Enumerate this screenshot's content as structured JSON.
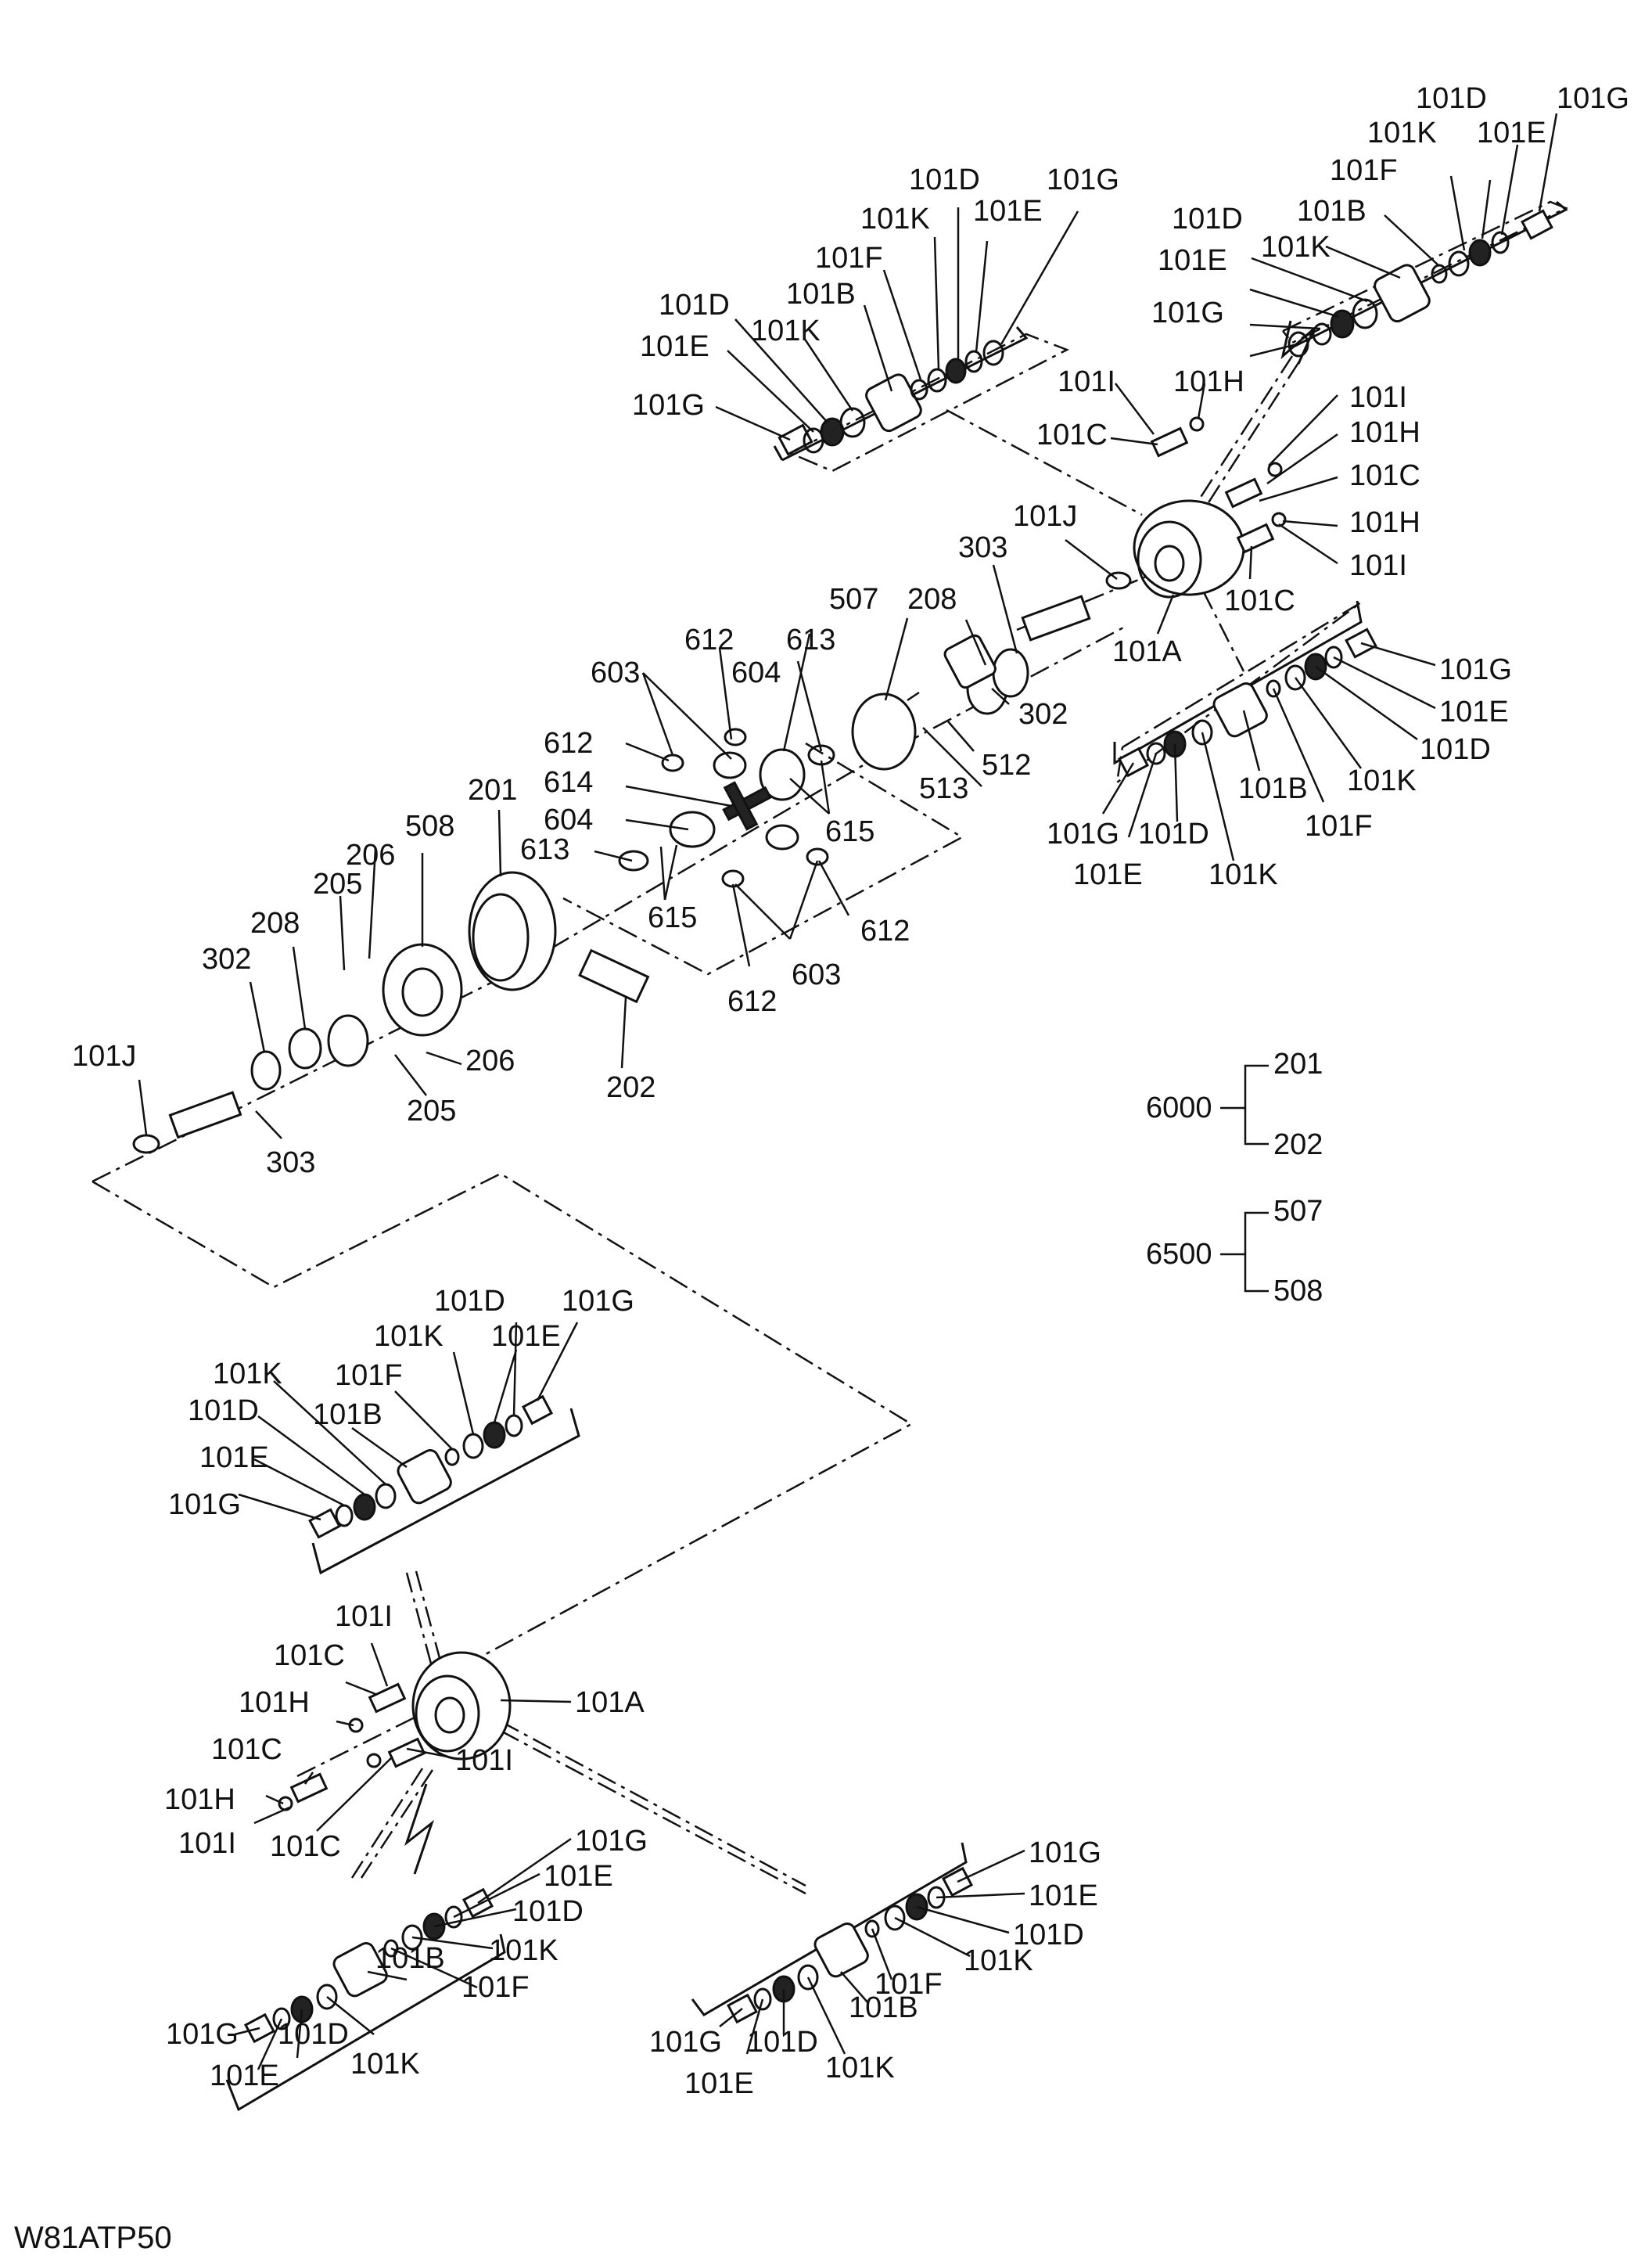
{
  "drawing_code": "W81ATP50",
  "callouts": {
    "tr_101D_a": "101D",
    "tr_101G_a": "101G",
    "tr_101K_a": "101K",
    "tr_101E_a": "101E",
    "tr_101F": "101F",
    "tr_101B": "101B",
    "tr_101D_b": "101D",
    "tr_101K_b": "101K",
    "tr_101E_b": "101E",
    "tr_101G_b": "101G",
    "tc_101D_a": "101D",
    "tc_101K_a": "101K",
    "tc_101G_a": "101G",
    "tc_101E_a": "101E",
    "tc_101F": "101F",
    "tc_101B": "101B",
    "tc_101D_b": "101D",
    "tc_101K_b": "101K",
    "tc_101E_b": "101E",
    "tc_101G_b": "101G",
    "u_101I_a": "101I",
    "u_101H_a": "101H",
    "u_101C_a": "101C",
    "u_101I_b": "101I",
    "u_101H_b": "101H",
    "u_101C_b": "101C",
    "u_101H_c": "101H",
    "u_101I_c": "101I",
    "u_101C_c": "101C",
    "u_101J": "101J",
    "u_101A": "101A",
    "ur_101G": "101G",
    "ur_101E": "101E",
    "ur_101D": "101D",
    "ur_101K": "101K",
    "ur_101B": "101B",
    "ur_101F": "101F",
    "ur_101G_b": "101G",
    "ur_101D_b": "101D",
    "ur_101E_b": "101E",
    "ur_101K_b": "101K",
    "m_303a": "303",
    "m_507": "507",
    "m_208a": "208",
    "m_302a": "302",
    "m_512": "512",
    "m_513": "513",
    "m_612a": "612",
    "m_613a": "613",
    "m_604a": "604",
    "m_603a": "603",
    "m_612b": "612",
    "m_614": "614",
    "m_604b": "604",
    "m_615a": "615",
    "m_613b": "613",
    "m_615b": "615",
    "m_612c": "612",
    "m_603b": "603",
    "m_612d": "612",
    "m_201": "201",
    "m_206a": "206",
    "m_508": "508",
    "m_205a": "205",
    "m_208b": "208",
    "m_302b": "302",
    "m_206b": "206",
    "m_205b": "205",
    "m_202": "202",
    "m_101J": "101J",
    "m_303b": "303",
    "l_101D_a": "101D",
    "l_101G_a": "101G",
    "l_101K_a": "101K",
    "l_101E_a": "101E",
    "l_101F": "101F",
    "l_101K_b": "101K",
    "l_101B": "101B",
    "l_101D_b": "101D",
    "l_101E_b": "101E",
    "l_101G_b": "101G",
    "lc_101I_a": "101I",
    "lc_101C_a": "101C",
    "lc_101A": "101A",
    "lc_101H_a": "101H",
    "lc_101C_b": "101C",
    "lc_101I_b": "101I",
    "lc_101H_b": "101H",
    "lc_101I_c": "101I",
    "lc_101C_c": "101C",
    "bl_101G": "101G",
    "bl_101E": "101E",
    "bl_101D": "101D",
    "bl_101K": "101K",
    "bl_101F": "101F",
    "bl_101B": "101B",
    "bl_101G_b": "101G",
    "bl_101E_b": "101E",
    "bl_101D_b": "101D",
    "bl_101K_b": "101K",
    "br_101G": "101G",
    "br_101E": "101E",
    "br_101D": "101D",
    "br_101K": "101K",
    "br_101F": "101F",
    "br_101B": "101B",
    "br_101G_b": "101G",
    "br_101E_b": "101E",
    "br_101D_b": "101D",
    "br_101K_b": "101K"
  },
  "assemblies": [
    {
      "code": "6000",
      "parts": [
        "201",
        "202"
      ]
    },
    {
      "code": "6500",
      "parts": [
        "507",
        "508"
      ]
    }
  ]
}
